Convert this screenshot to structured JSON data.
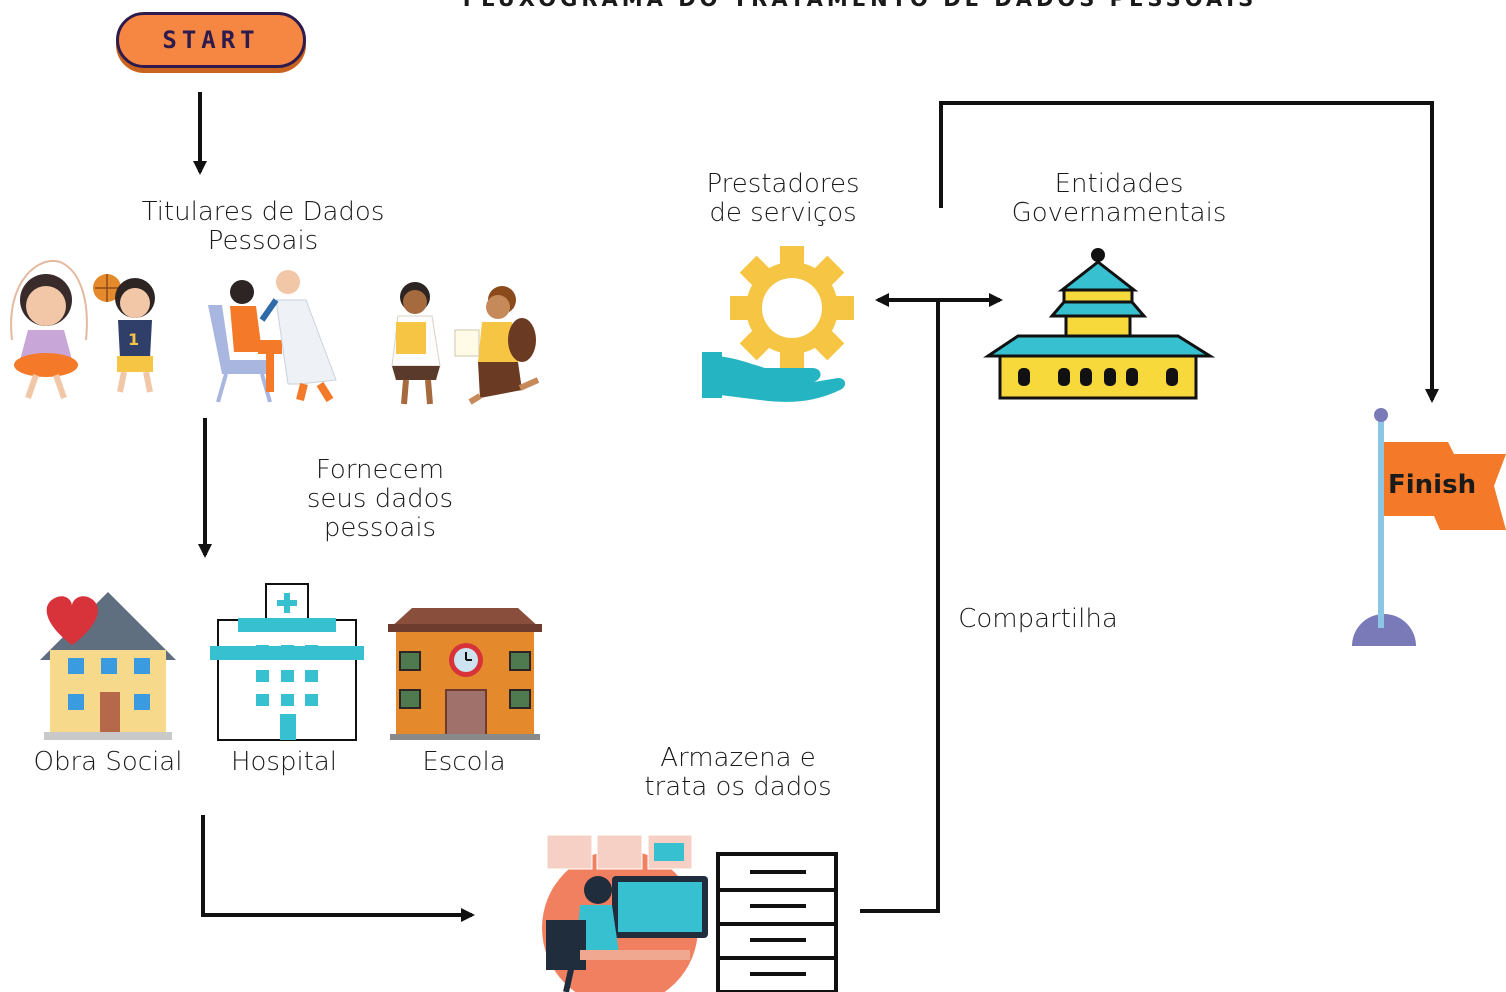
{
  "title": "FLUXOGRAMA DO TRATAMENTO DE DADOS PESSOAIS",
  "start_label": "START",
  "finish_label": "Finish",
  "nodes": {
    "titulares": "Titulares de Dados\nPessoais",
    "fornecem": "Fornecem\nseus dados\npessoais",
    "obra_social": "Obra Social",
    "hospital": "Hospital",
    "escola": "Escola",
    "armazena": "Armazena e\ntrata os dados",
    "compartilha": "Compartilha",
    "prestadores": "Prestadores\nde serviços",
    "entidades": "Entidades\nGovernamentais"
  },
  "colors": {
    "start_orange": "#f58742",
    "flag_orange": "#f47a2a",
    "gear_yellow": "#f7c544",
    "hand_teal": "#25b5c2",
    "building_yellow": "#f8d93b",
    "hospital_teal": "#37c1d0",
    "school_orange": "#e58a2c",
    "house_yellow": "#f6d98b",
    "heart_red": "#d8323a",
    "pole_blue": "#8bc6e4",
    "base_purple": "#7a7ab8"
  }
}
